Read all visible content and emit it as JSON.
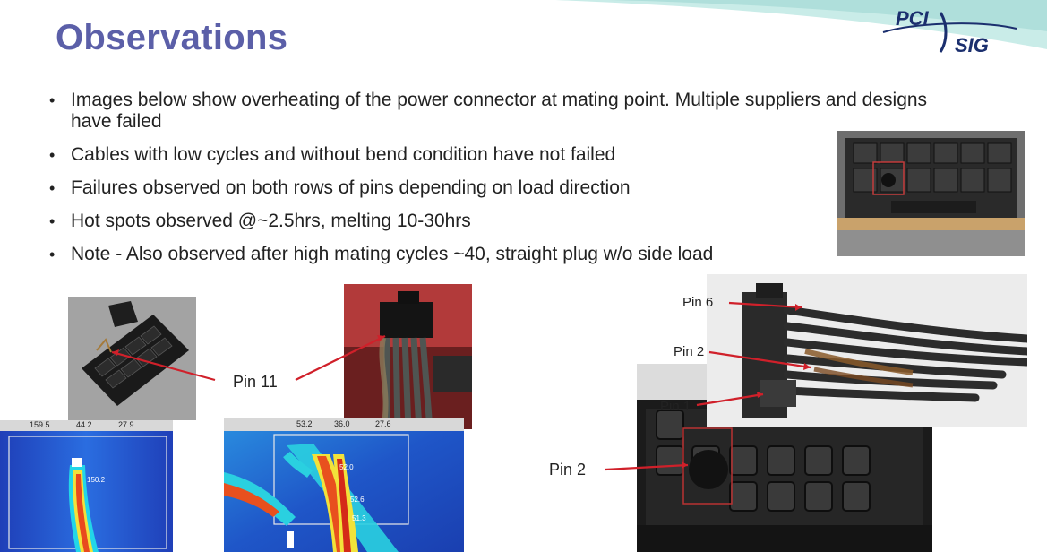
{
  "slide": {
    "title": "Observations",
    "bullets": [
      "Images below show overheating of the power connector at mating point.  Multiple suppliers and designs have failed",
      "Cables with low cycles and without bend condition have not failed",
      "Failures observed on both rows of pins depending on load direction",
      "Hot spots observed @~2.5hrs, melting 10-30hrs",
      "Note - Also observed after high mating cycles ~40, straight plug w/o side load"
    ]
  },
  "logo": {
    "line1": "PCI",
    "line2": "SIG"
  },
  "annotations": {
    "pin11": "Pin 11",
    "pin2_left": "Pin 2",
    "pin6": "Pin 6",
    "pin2_top": "Pin 2",
    "pin1": "Pin 1"
  },
  "thermal_left": {
    "readouts": [
      "159.5",
      "44.2",
      "27.9"
    ],
    "spot": "150.2"
  },
  "thermal_right": {
    "readouts": [
      "53.2",
      "36.0",
      "27.6"
    ],
    "spots": [
      "52.0",
      "52.6",
      "51.3"
    ]
  },
  "colors": {
    "title": "#5b5fa8",
    "arrow": "#d0202a",
    "accent_teal": "#a8dcd6"
  }
}
